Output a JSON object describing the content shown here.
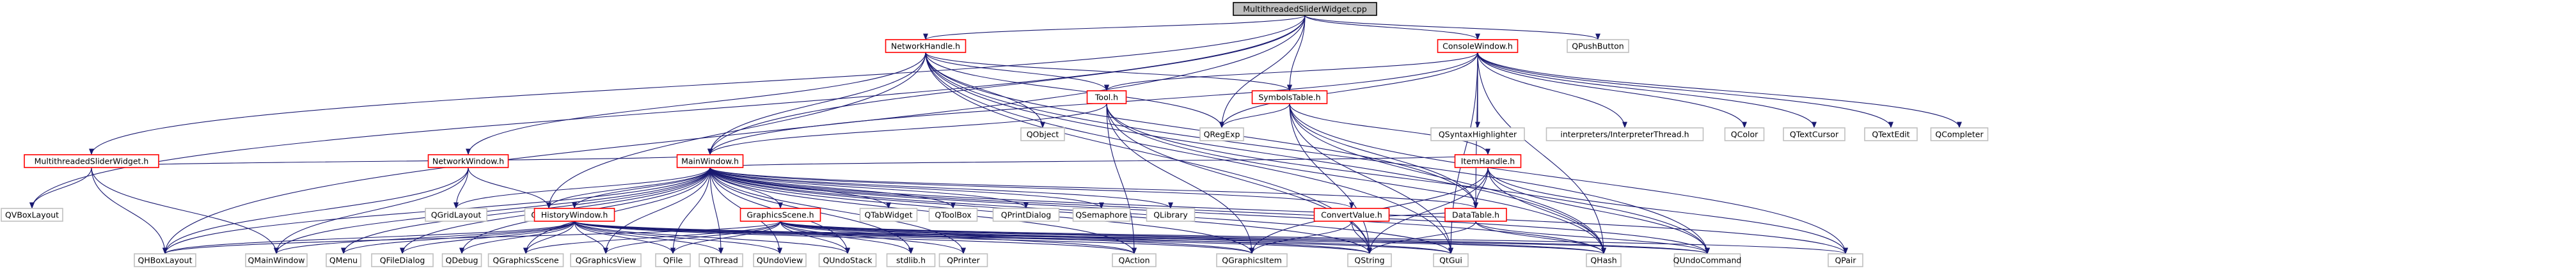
{
  "graph": {
    "colors": {
      "edge": "#191970",
      "root_fill": "#bfbfbf",
      "root_stroke": "#000000",
      "local_fill": "#ffffff",
      "local_stroke": "#ff0000",
      "system_fill": "#ffffff",
      "system_stroke": "#bfbfbf"
    },
    "nodes": [
      {
        "id": "root",
        "label": "MultithreadedSliderWidget.cpp",
        "kind": "root"
      },
      {
        "id": "networkhandle",
        "label": "NetworkHandle.h",
        "kind": "local"
      },
      {
        "id": "consolewindow",
        "label": "ConsoleWindow.h",
        "kind": "local"
      },
      {
        "id": "qpushbutton",
        "label": "QPushButton",
        "kind": "system"
      },
      {
        "id": "mtsliderwidget",
        "label": "MultithreadedSliderWidget.h",
        "kind": "local"
      },
      {
        "id": "networkwindow",
        "label": "NetworkWindow.h",
        "kind": "local"
      },
      {
        "id": "mainwindow",
        "label": "MainWindow.h",
        "kind": "local"
      },
      {
        "id": "tool",
        "label": "Tool.h",
        "kind": "local"
      },
      {
        "id": "symbolstable",
        "label": "SymbolsTable.h",
        "kind": "local"
      },
      {
        "id": "qobject",
        "label": "QObject",
        "kind": "system"
      },
      {
        "id": "qregexp",
        "label": "QRegExp",
        "kind": "system"
      },
      {
        "id": "qsyntaxhighlighter",
        "label": "QSyntaxHighlighter",
        "kind": "system"
      },
      {
        "id": "interpreterthread",
        "label": "interpreters/InterpreterThread.h",
        "kind": "system"
      },
      {
        "id": "qcolor",
        "label": "QColor",
        "kind": "system"
      },
      {
        "id": "qtextcursor",
        "label": "QTextCursor",
        "kind": "system"
      },
      {
        "id": "qtextedit",
        "label": "QTextEdit",
        "kind": "system"
      },
      {
        "id": "qcompleter",
        "label": "QCompleter",
        "kind": "system"
      },
      {
        "id": "itemhandle",
        "label": "ItemHandle.h",
        "kind": "local"
      },
      {
        "id": "qvboxlayout",
        "label": "QVBoxLayout",
        "kind": "system"
      },
      {
        "id": "qgridlayout",
        "label": "QGridLayout",
        "kind": "system"
      },
      {
        "id": "qtoolbar",
        "label": "QToolBar",
        "kind": "system"
      },
      {
        "id": "historywindow",
        "label": "HistoryWindow.h",
        "kind": "local"
      },
      {
        "id": "graphicsscene",
        "label": "GraphicsScene.h",
        "kind": "local"
      },
      {
        "id": "qtabwidget",
        "label": "QTabWidget",
        "kind": "system"
      },
      {
        "id": "qtoolbox",
        "label": "QToolBox",
        "kind": "system"
      },
      {
        "id": "qprintdialog",
        "label": "QPrintDialog",
        "kind": "system"
      },
      {
        "id": "qsemaphore",
        "label": "QSemaphore",
        "kind": "system"
      },
      {
        "id": "qlibrary",
        "label": "QLibrary",
        "kind": "system"
      },
      {
        "id": "convertvalue",
        "label": "ConvertValue.h",
        "kind": "local"
      },
      {
        "id": "datatable",
        "label": "DataTable.h",
        "kind": "local"
      },
      {
        "id": "qhboxlayout",
        "label": "QHBoxLayout",
        "kind": "system"
      },
      {
        "id": "qmainwindow",
        "label": "QMainWindow",
        "kind": "system"
      },
      {
        "id": "qmenu",
        "label": "QMenu",
        "kind": "system"
      },
      {
        "id": "qfiledialog",
        "label": "QFileDialog",
        "kind": "system"
      },
      {
        "id": "qdebug",
        "label": "QDebug",
        "kind": "system"
      },
      {
        "id": "qgraphicsscene",
        "label": "QGraphicsScene",
        "kind": "system"
      },
      {
        "id": "qgraphicsview",
        "label": "QGraphicsView",
        "kind": "system"
      },
      {
        "id": "qfile",
        "label": "QFile",
        "kind": "system"
      },
      {
        "id": "qthread",
        "label": "QThread",
        "kind": "system"
      },
      {
        "id": "qundoview",
        "label": "QUndoView",
        "kind": "system"
      },
      {
        "id": "qundostack",
        "label": "QUndoStack",
        "kind": "system"
      },
      {
        "id": "stdlib",
        "label": "stdlib.h",
        "kind": "system"
      },
      {
        "id": "qprinter",
        "label": "QPrinter",
        "kind": "system"
      },
      {
        "id": "qaction",
        "label": "QAction",
        "kind": "system"
      },
      {
        "id": "qgraphicsitem",
        "label": "QGraphicsItem",
        "kind": "system"
      },
      {
        "id": "qstring",
        "label": "QString",
        "kind": "system"
      },
      {
        "id": "qgui",
        "label": "QtGui",
        "kind": "system"
      },
      {
        "id": "qhash",
        "label": "QHash",
        "kind": "system"
      },
      {
        "id": "qundocommand",
        "label": "QUndoCommand",
        "kind": "system"
      },
      {
        "id": "qpair",
        "label": "QPair",
        "kind": "system"
      }
    ],
    "edges": [
      [
        "root",
        "networkhandle"
      ],
      [
        "root",
        "consolewindow"
      ],
      [
        "root",
        "qpushbutton"
      ],
      [
        "root",
        "mtsliderwidget"
      ],
      [
        "root",
        "mainwindow"
      ],
      [
        "root",
        "qvboxlayout"
      ],
      [
        "root",
        "qhboxlayout"
      ],
      [
        "root",
        "qregexp"
      ],
      [
        "root",
        "symbolstable"
      ],
      [
        "networkhandle",
        "networkwindow"
      ],
      [
        "networkhandle",
        "tool"
      ],
      [
        "networkhandle",
        "symbolstable"
      ],
      [
        "networkhandle",
        "qobject"
      ],
      [
        "networkhandle",
        "qregexp"
      ],
      [
        "networkhandle",
        "mainwindow"
      ],
      [
        "networkhandle",
        "qhash"
      ],
      [
        "networkhandle",
        "qstring"
      ],
      [
        "networkhandle",
        "qgui"
      ],
      [
        "networkhandle",
        "qtoolbar"
      ],
      [
        "networkhandle",
        "qundocommand"
      ],
      [
        "networkhandle",
        "datatable"
      ],
      [
        "consolewindow",
        "tool"
      ],
      [
        "consolewindow",
        "qregexp"
      ],
      [
        "consolewindow",
        "qsyntaxhighlighter"
      ],
      [
        "consolewindow",
        "interpreterthread"
      ],
      [
        "consolewindow",
        "qcolor"
      ],
      [
        "consolewindow",
        "qtextcursor"
      ],
      [
        "consolewindow",
        "qtextedit"
      ],
      [
        "consolewindow",
        "qcompleter"
      ],
      [
        "consolewindow",
        "datatable"
      ],
      [
        "consolewindow",
        "qgui"
      ],
      [
        "consolewindow",
        "qhash"
      ],
      [
        "consolewindow",
        "mainwindow"
      ],
      [
        "mtsliderwidget",
        "qvboxlayout"
      ],
      [
        "mtsliderwidget",
        "qhboxlayout"
      ],
      [
        "mtsliderwidget",
        "qmainwindow"
      ],
      [
        "mtsliderwidget",
        "mainwindow"
      ],
      [
        "networkwindow",
        "qtoolbar"
      ],
      [
        "networkwindow",
        "qgridlayout"
      ],
      [
        "networkwindow",
        "qhboxlayout"
      ],
      [
        "networkwindow",
        "qmainwindow"
      ],
      [
        "tool",
        "mainwindow"
      ],
      [
        "tool",
        "qhash"
      ],
      [
        "tool",
        "qstring"
      ],
      [
        "tool",
        "qaction"
      ],
      [
        "tool",
        "qgraphicsitem"
      ],
      [
        "tool",
        "qundocommand"
      ],
      [
        "symbolstable",
        "itemhandle"
      ],
      [
        "symbolstable",
        "qhash"
      ],
      [
        "symbolstable",
        "qstring"
      ],
      [
        "symbolstable",
        "qpair"
      ],
      [
        "symbolstable",
        "qgui"
      ],
      [
        "symbolstable",
        "datatable"
      ],
      [
        "symbolstable",
        "qregexp"
      ],
      [
        "itemhandle",
        "datatable"
      ],
      [
        "itemhandle",
        "qhash"
      ],
      [
        "itemhandle",
        "qpair"
      ],
      [
        "itemhandle",
        "qundocommand"
      ],
      [
        "itemhandle",
        "qgraphicsitem"
      ],
      [
        "itemhandle",
        "qstring"
      ],
      [
        "datatable",
        "qhash"
      ],
      [
        "datatable",
        "qstring"
      ],
      [
        "datatable",
        "qundocommand"
      ],
      [
        "convertvalue",
        "datatable"
      ],
      [
        "convertvalue",
        "qstring"
      ],
      [
        "convertvalue",
        "qgraphicsitem"
      ],
      [
        "mainwindow",
        "historywindow"
      ],
      [
        "mainwindow",
        "graphicsscene"
      ],
      [
        "mainwindow",
        "qtabwidget"
      ],
      [
        "mainwindow",
        "qtoolbox"
      ],
      [
        "mainwindow",
        "qprintdialog"
      ],
      [
        "mainwindow",
        "qsemaphore"
      ],
      [
        "mainwindow",
        "qlibrary"
      ],
      [
        "mainwindow",
        "convertvalue"
      ],
      [
        "mainwindow",
        "datatable"
      ],
      [
        "mainwindow",
        "itemhandle"
      ],
      [
        "mainwindow",
        "qgridlayout"
      ],
      [
        "mainwindow",
        "qtoolbar"
      ],
      [
        "mainwindow",
        "qhboxlayout"
      ],
      [
        "mainwindow",
        "qmainwindow"
      ],
      [
        "mainwindow",
        "qmenu"
      ],
      [
        "mainwindow",
        "qfiledialog"
      ],
      [
        "mainwindow",
        "qdebug"
      ],
      [
        "mainwindow",
        "qgraphicsscene"
      ],
      [
        "mainwindow",
        "qgraphicsview"
      ],
      [
        "mainwindow",
        "qfile"
      ],
      [
        "mainwindow",
        "qthread"
      ],
      [
        "mainwindow",
        "qundoview"
      ],
      [
        "mainwindow",
        "qundostack"
      ],
      [
        "mainwindow",
        "stdlib"
      ],
      [
        "mainwindow",
        "qprinter"
      ],
      [
        "mainwindow",
        "qaction"
      ],
      [
        "mainwindow",
        "qgraphicsitem"
      ],
      [
        "mainwindow",
        "qstring"
      ],
      [
        "mainwindow",
        "qgui"
      ],
      [
        "mainwindow",
        "qhash"
      ],
      [
        "mainwindow",
        "qundocommand"
      ],
      [
        "mainwindow",
        "qpair"
      ],
      [
        "historywindow",
        "qhboxlayout"
      ],
      [
        "historywindow",
        "qmainwindow"
      ],
      [
        "historywindow",
        "qmenu"
      ],
      [
        "historywindow",
        "qfiledialog"
      ],
      [
        "historywindow",
        "qdebug"
      ],
      [
        "historywindow",
        "qgraphicsscene"
      ],
      [
        "historywindow",
        "qgraphicsview"
      ],
      [
        "historywindow",
        "qfile"
      ],
      [
        "historywindow",
        "qthread"
      ],
      [
        "historywindow",
        "qundoview"
      ],
      [
        "historywindow",
        "qundostack"
      ],
      [
        "historywindow",
        "qaction"
      ],
      [
        "historywindow",
        "qgraphicsitem"
      ],
      [
        "historywindow",
        "qstring"
      ],
      [
        "historywindow",
        "qgui"
      ],
      [
        "historywindow",
        "qhash"
      ],
      [
        "historywindow",
        "qundocommand"
      ],
      [
        "graphicsscene",
        "qhboxlayout"
      ],
      [
        "graphicsscene",
        "qgraphicsscene"
      ],
      [
        "graphicsscene",
        "qgraphicsview"
      ],
      [
        "graphicsscene",
        "qfile"
      ],
      [
        "graphicsscene",
        "qundostack"
      ],
      [
        "graphicsscene",
        "stdlib"
      ],
      [
        "graphicsscene",
        "qprinter"
      ],
      [
        "graphicsscene",
        "qaction"
      ],
      [
        "graphicsscene",
        "qgraphicsitem"
      ],
      [
        "graphicsscene",
        "qstring"
      ],
      [
        "graphicsscene",
        "qgui"
      ],
      [
        "graphicsscene",
        "qhash"
      ],
      [
        "graphicsscene",
        "qundocommand"
      ],
      [
        "graphicsscene",
        "qpair"
      ]
    ]
  }
}
